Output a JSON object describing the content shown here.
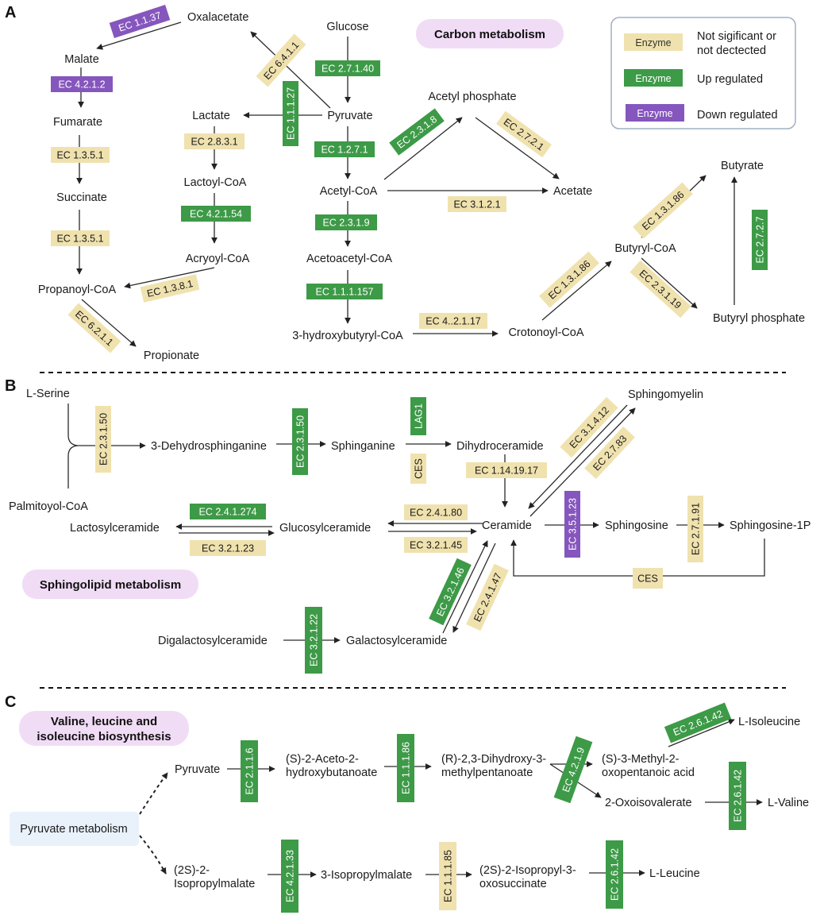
{
  "colors": {
    "not_significant": "#f0e2ae",
    "up_regulated": "#3d9a47",
    "down_regulated": "#8556bd",
    "pill_bg": "#f1dcf6",
    "pyruvate_box_bg": "#e9f1fb",
    "legend_border": "#9fb0c4",
    "text_dark": "#1a1a1a",
    "text_light": "#ffffff"
  },
  "legend": {
    "items": [
      {
        "status": "not_significant",
        "swatch_label": "Enzyme",
        "text_lines": [
          "Not sigificant or",
          "not dectected"
        ]
      },
      {
        "status": "up_regulated",
        "swatch_label": "Enzyme",
        "text_lines": [
          "Up regulated"
        ]
      },
      {
        "status": "down_regulated",
        "swatch_label": "Enzyme",
        "text_lines": [
          "Down regulated"
        ]
      }
    ]
  },
  "panels": {
    "A": {
      "letter": "A",
      "title": "Carbon metabolism",
      "metabolites": {
        "oxalacetate": "Oxalacetate",
        "glucose": "Glucose",
        "malate": "Malate",
        "fumarate": "Fumarate",
        "succinate": "Succinate",
        "propanoyl_coa": "Propanoyl-CoA",
        "propionate": "Propionate",
        "lactate": "Lactate",
        "lactoyl_coa": "Lactoyl-CoA",
        "acryoyl_coa": "Acryoyl-CoA",
        "pyruvate": "Pyruvate",
        "acetyl_coa": "Acetyl-CoA",
        "acetoacetyl_coa": "Acetoacetyl-CoA",
        "hydroxybutyryl_coa": "3-hydroxybutyryl-CoA",
        "acetyl_phosphate": "Acetyl phosphate",
        "acetate": "Acetate",
        "crotonoyl_coa": "Crotonoyl-CoA",
        "butyryl_coa": "Butyryl-CoA",
        "butyrate": "Butyrate",
        "butyryl_phosphate": "Butyryl phosphate"
      },
      "enzymes": {
        "ec_1_1_37": {
          "label": "EC 1.1.37",
          "status": "down_regulated"
        },
        "ec_4_2_1_2": {
          "label": "EC 4.2.1.2",
          "status": "down_regulated"
        },
        "ec_1_3_5_1_a": {
          "label": "EC 1.3.5.1",
          "status": "not_significant"
        },
        "ec_1_3_5_1_b": {
          "label": "EC 1.3.5.1",
          "status": "not_significant"
        },
        "ec_6_2_1_1": {
          "label": "EC 6.2.1.1",
          "status": "not_significant"
        },
        "ec_1_3_8_1": {
          "label": "EC 1.3.8.1",
          "status": "not_significant"
        },
        "ec_2_8_3_1": {
          "label": "EC 2.8.3.1",
          "status": "not_significant"
        },
        "ec_4_2_1_54": {
          "label": "EC 4.2.1.54",
          "status": "up_regulated"
        },
        "ec_6_4_1_1": {
          "label": "EC 6.4.1.1",
          "status": "not_significant"
        },
        "ec_1_1_1_27": {
          "label": "EC 1.1.1.27",
          "status": "up_regulated"
        },
        "ec_2_7_1_40": {
          "label": "EC 2.7.1.40",
          "status": "up_regulated"
        },
        "ec_1_2_7_1": {
          "label": "EC 1.2.7.1",
          "status": "up_regulated"
        },
        "ec_2_3_1_9": {
          "label": "EC 2.3.1.9",
          "status": "up_regulated"
        },
        "ec_1_1_1_157": {
          "label": "EC 1.1.1.157",
          "status": "up_regulated"
        },
        "ec_2_3_1_8": {
          "label": "EC 2.3.1.8",
          "status": "up_regulated"
        },
        "ec_2_7_2_1": {
          "label": "EC 2.7.2.1",
          "status": "not_significant"
        },
        "ec_3_1_2_1": {
          "label": "EC 3.1.2.1",
          "status": "not_significant"
        },
        "ec_4_2_1_17": {
          "label": "EC 4..2.1.17",
          "status": "not_significant"
        },
        "ec_1_3_1_86_a": {
          "label": "EC 1.3.1.86",
          "status": "not_significant"
        },
        "ec_1_3_1_86_b": {
          "label": "EC 1.3.1.86",
          "status": "not_significant"
        },
        "ec_2_3_1_19": {
          "label": "EC 2.3.1.19",
          "status": "not_significant"
        },
        "ec_2_7_2_7": {
          "label": "EC 2.7.2.7",
          "status": "up_regulated"
        }
      }
    },
    "B": {
      "letter": "B",
      "title": "Sphingolipid metabolism",
      "metabolites": {
        "l_serine": "L-Serine",
        "palmitoyol_coa": "Palmitoyol-CoA",
        "dehydrosphinganine": "3-Dehydrosphinganine",
        "sphinganine": "Sphinganine",
        "dihydroceramide": "Dihydroceramide",
        "sphingomyelin": "Sphingomyelin",
        "ceramide": "Ceramide",
        "sphingosine": "Sphingosine",
        "sphingosine_1p": "Sphingosine-1P",
        "lactosylceramide": "Lactosylceramide",
        "glucosylceramide": "Glucosylceramide",
        "digalactosylceramide": "Digalactosylceramide",
        "galactosylceramide": "Galactosylceramide"
      },
      "enzymes": {
        "ec_2_3_1_50_a": {
          "label": "EC 2.3.1.50",
          "status": "not_significant"
        },
        "ec_2_3_1_50_b": {
          "label": "EC 2.3.1.50",
          "status": "up_regulated"
        },
        "lag1": {
          "label": "LAG1",
          "status": "up_regulated"
        },
        "ces_a": {
          "label": "CES",
          "status": "not_significant"
        },
        "ec_1_14_19_17": {
          "label": "EC 1.14.19.17",
          "status": "not_significant"
        },
        "ec_3_1_4_12": {
          "label": "EC 3.1.4.12",
          "status": "not_significant"
        },
        "ec_2_7_83": {
          "label": "EC 2.7.83",
          "status": "not_significant"
        },
        "ec_3_5_1_23": {
          "label": "EC 3.5.1.23",
          "status": "down_regulated"
        },
        "ec_2_7_1_91": {
          "label": "EC 2.7.1.91",
          "status": "not_significant"
        },
        "ces_b": {
          "label": "CES",
          "status": "not_significant"
        },
        "ec_2_4_1_274": {
          "label": "EC 2.4.1.274",
          "status": "up_regulated"
        },
        "ec_3_2_1_23": {
          "label": "EC 3.2.1.23",
          "status": "not_significant"
        },
        "ec_2_4_1_80": {
          "label": "EC 2.4.1.80",
          "status": "not_significant"
        },
        "ec_3_2_1_45": {
          "label": "EC 3.2.1.45",
          "status": "not_significant"
        },
        "ec_3_2_1_46": {
          "label": "EC 3.2.1.46",
          "status": "up_regulated"
        },
        "ec_2_4_1_47": {
          "label": "EC 2.4.1.47",
          "status": "not_significant"
        },
        "ec_3_2_1_22": {
          "label": "EC 3.2.1.22",
          "status": "up_regulated"
        }
      }
    },
    "C": {
      "letter": "C",
      "title_lines": [
        "Valine, leucine and",
        "isoleucine biosynthesis"
      ],
      "source_box": "Pyruvate metabolism",
      "metabolites": {
        "pyruvate": "Pyruvate",
        "aceto_hydroxybutanoate": [
          "(S)-2-Aceto-2-",
          "hydroxybutanoate"
        ],
        "dihydroxy_methylpentanoate": [
          "(R)-2,3-Dihydroxy-3-",
          "methylpentanoate"
        ],
        "methyl_oxopentanoic": [
          "(S)-3-Methyl-2-",
          "oxopentanoic acid"
        ],
        "l_isoleucine": "L-Isoleucine",
        "oxoisovalerate": "2-Oxoisovalerate",
        "l_valine": "L-Valine",
        "isopropylmalate_2s": [
          "(2S)-2-",
          "Isopropylmalate"
        ],
        "isopropylmalate_3": "3-Isopropylmalate",
        "isopropyl_oxosuccinate": [
          "(2S)-2-Isopropyl-3-",
          "oxosuccinate"
        ],
        "l_leucine": "L-Leucine"
      },
      "enzymes": {
        "ec_2_1_1_6": {
          "label": "EC 2.1.1.6",
          "status": "up_regulated"
        },
        "ec_1_1_1_86": {
          "label": "EC 1.1.1.86",
          "status": "up_regulated"
        },
        "ec_4_2_1_9": {
          "label": "EC 4.2.1.9",
          "status": "up_regulated"
        },
        "ec_2_6_1_42_a": {
          "label": "EC 2.6.1.42",
          "status": "up_regulated"
        },
        "ec_2_6_1_42_b": {
          "label": "EC 2.6.1.42",
          "status": "up_regulated"
        },
        "ec_4_2_1_33": {
          "label": "EC 4.2.1.33",
          "status": "up_regulated"
        },
        "ec_1_1_1_85": {
          "label": "EC 1.1.1.85",
          "status": "not_significant"
        },
        "ec_2_6_1_42_c": {
          "label": "EC 2.6.1.42",
          "status": "up_regulated"
        }
      }
    }
  }
}
